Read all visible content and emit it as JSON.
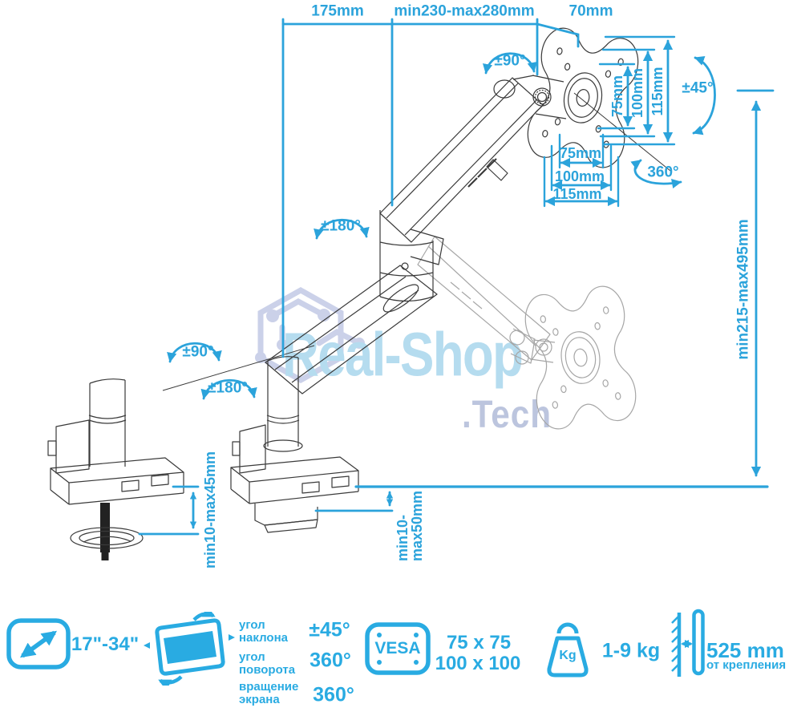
{
  "watermark": {
    "brand": "Real-Shop",
    "suffix": ".Tech"
  },
  "diagram": {
    "top_dims": {
      "left": "175mm",
      "middle": "min230-max280mm",
      "right": "70mm"
    },
    "vesa_plate": {
      "vertical": [
        "75mm",
        "100mm",
        "115mm"
      ],
      "horizontal": [
        "75mm",
        "100mm",
        "115mm"
      ]
    },
    "angles": {
      "head_swivel": "±90°",
      "tilt": "±45°",
      "rotation": "360°",
      "arm_swivel": "±180°",
      "base_swivel_90": "±90°",
      "base_swivel_180": "±180°"
    },
    "height_range": "min215-max495mm",
    "grommet_thickness": "min10-max45mm",
    "clamp_thickness": [
      "min10-",
      "max50mm"
    ]
  },
  "spec_bar": {
    "screen_size": "17\"-34\"",
    "angle_specs": [
      {
        "label": [
          "угол",
          "наклона"
        ],
        "value": "±45°"
      },
      {
        "label": [
          "угол",
          "поворота"
        ],
        "value": "360°"
      },
      {
        "label": [
          "вращение",
          "экрана"
        ],
        "value": "360°"
      }
    ],
    "vesa": {
      "label": "VESA",
      "sizes": [
        "75 x 75",
        "100 x 100"
      ]
    },
    "weight": {
      "icon_label": "Kg",
      "value": "1-9 kg"
    },
    "distance": {
      "value": "525 mm",
      "label": "от крепления"
    }
  },
  "colors": {
    "dimension_blue": "#2BA3DB",
    "icon_blue": "#29ABE2",
    "line_art": "#3A3A3A",
    "ghost_gray": "#A6A6A6",
    "watermark_text": "#B5DCEF",
    "watermark_tld": "#BCC5DE",
    "watermark_logo": "#CBD1E9"
  }
}
